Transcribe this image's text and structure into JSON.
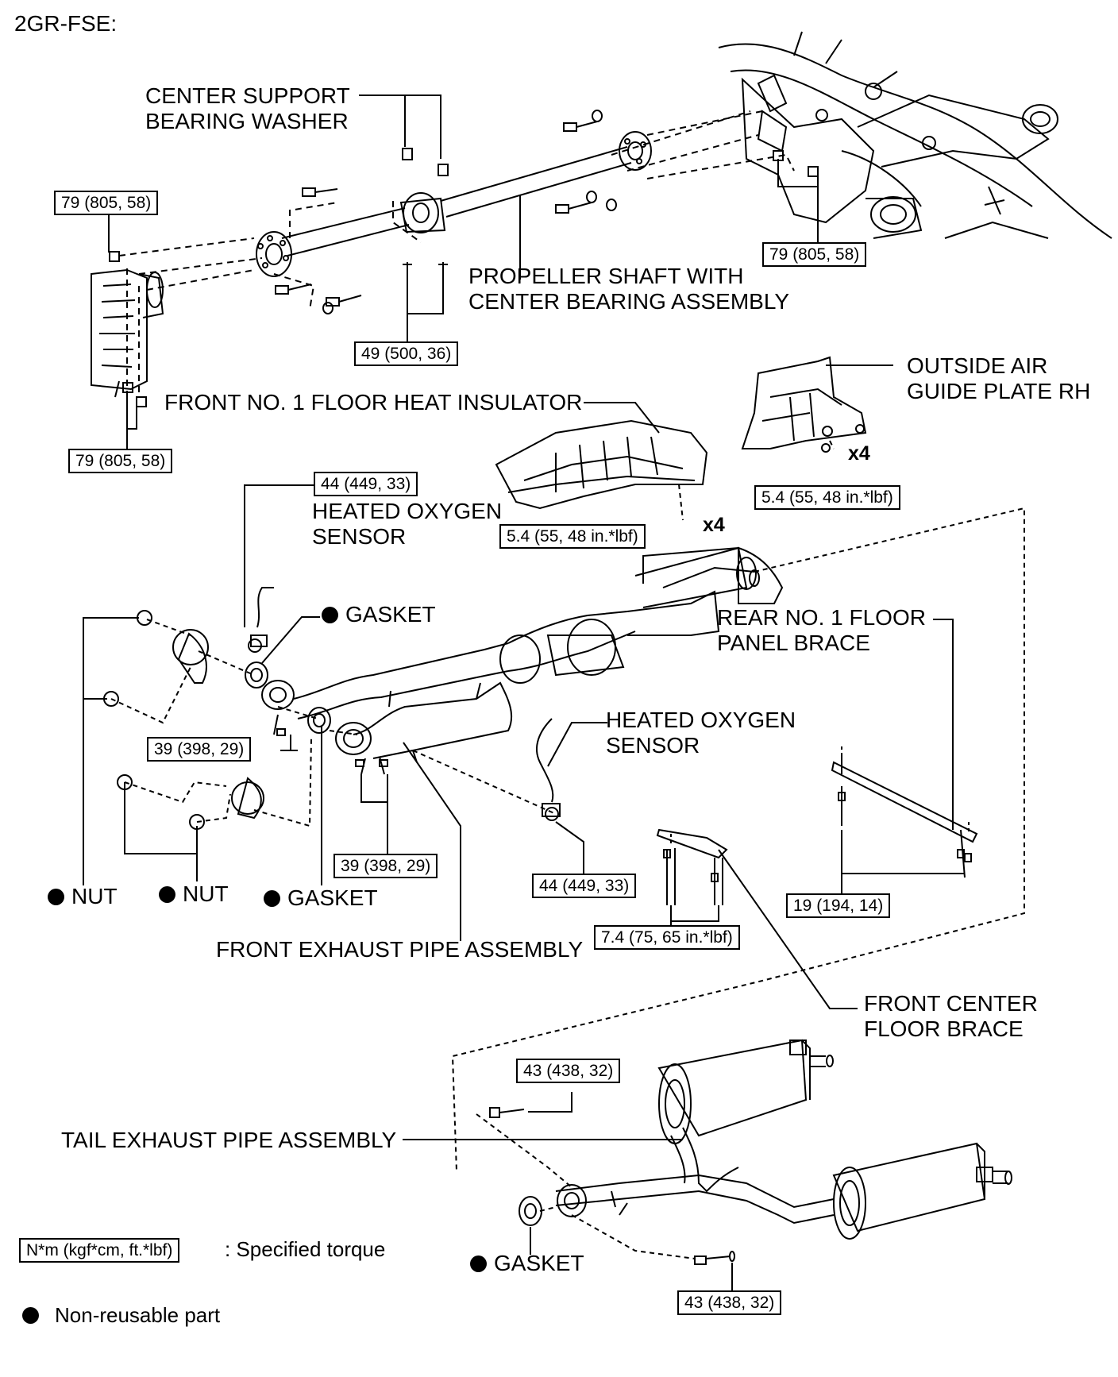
{
  "engine": "2GR-FSE:",
  "labels": {
    "center_support_washer": "CENTER SUPPORT\nBEARING WASHER",
    "propeller_shaft": "PROPELLER SHAFT WITH\nCENTER BEARING ASSEMBLY",
    "outside_air_plate": "OUTSIDE AIR\nGUIDE PLATE RH",
    "front_heat_insulator": "FRONT NO. 1 FLOOR HEAT INSULATOR",
    "heated_o2_sensor_upper": "HEATED OXYGEN\nSENSOR",
    "gasket_upper": "GASKET",
    "rear_floor_brace": "REAR NO. 1 FLOOR\nPANEL BRACE",
    "heated_o2_sensor_lower": "HEATED OXYGEN\nSENSOR",
    "nut_outer": "NUT",
    "nut_inner": "NUT",
    "gasket_middle": "GASKET",
    "front_exhaust_pipe": "FRONT EXHAUST PIPE ASSEMBLY",
    "front_center_brace": "FRONT CENTER\nFLOOR BRACE",
    "tail_exhaust_pipe": "TAIL EXHAUST PIPE ASSEMBLY",
    "gasket_lower": "GASKET",
    "x4_insulator": "x4",
    "x4_plate": "x4"
  },
  "torques": {
    "t79_left_upper": "79 (805, 58)",
    "t79_right": "79 (805, 58)",
    "t49": "49 (500, 36)",
    "t79_left_lower": "79 (805, 58)",
    "t44_upper": "44 (449, 33)",
    "t54_insulator": "5.4 (55, 48 in.*lbf)",
    "t54_plate": "5.4 (55, 48 in.*lbf)",
    "t39_left": "39 (398, 29)",
    "t39_center": "39 (398, 29)",
    "t44_lower": "44 (449, 33)",
    "t19": "19 (194, 14)",
    "t74": "7.4 (75, 65 in.*lbf)",
    "t43_upper": "43 (438, 32)",
    "t43_lower": "43 (438, 32)"
  },
  "legend": {
    "torque_unit": "N*m (kgf*cm, ft.*lbf)",
    "torque_text": ": Specified torque",
    "nonreusable": "Non-reusable part"
  }
}
